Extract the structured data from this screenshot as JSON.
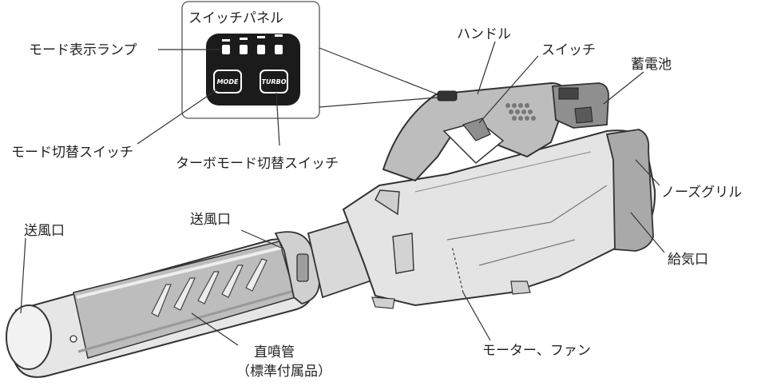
{
  "labels": {
    "switch_panel": "スイッチパネル",
    "mode_lamp": "モード表示ランプ",
    "mode_switch": "モード切替スイッチ",
    "turbo_switch": "ターボモード切替スイッチ",
    "handle": "ハンドル",
    "switch": "スイッチ",
    "battery": "蓄電池",
    "nose_grill": "ノーズグリル",
    "air_intake": "給気口",
    "motor_fan": "モーター、ファン",
    "outlet_main": "送風口",
    "outlet_joint": "送風口",
    "nozzle_line1": "直噴管",
    "nozzle_line2": "（標準付属品）"
  },
  "panel": {
    "mode_button": "MODE",
    "turbo_button": "TURBO"
  },
  "colors": {
    "body_fill": "#e4e4e4",
    "body_dark": "#b9b9b9",
    "panel_black": "#1b1b1b",
    "line": "#333333"
  }
}
